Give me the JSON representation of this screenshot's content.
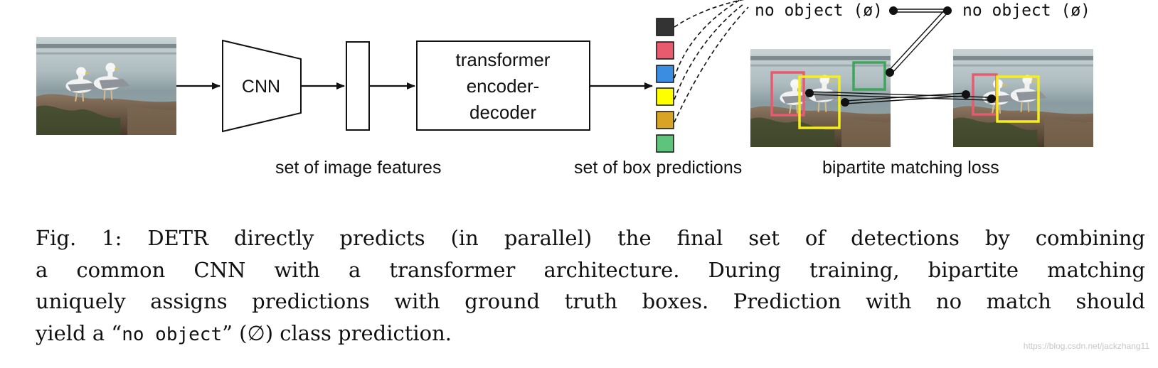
{
  "diagram": {
    "cnn_label": "CNN",
    "transformer_label_lines": [
      "transformer",
      "encoder-",
      "decoder"
    ],
    "features_caption": "set of image features",
    "predictions_caption": "set of box predictions",
    "matching_caption": "bipartite matching loss",
    "no_object_left": "no object (ø)",
    "no_object_right": "no object (ø)",
    "prediction_colors": [
      "#333333",
      "#e85a6e",
      "#3a8de0",
      "#ffff00",
      "#d9a426",
      "#5ec47c"
    ],
    "box_colors": {
      "red": "#e85a6e",
      "yellow": "#f5ee1e",
      "green": "#3ea55a"
    }
  },
  "caption": {
    "lines": [
      "Fig. 1: DETR directly predicts (in parallel) the final set of detections by combining",
      "a common CNN with a transformer architecture. During training, bipartite matching",
      "uniquely assigns predictions with ground truth boxes. Prediction with no match should"
    ],
    "last_line_prefix": "yield a “",
    "last_line_mono": "no object",
    "last_line_suffix": "” (∅) class prediction."
  },
  "watermark": "https://blog.csdn.net/jackzhang11"
}
